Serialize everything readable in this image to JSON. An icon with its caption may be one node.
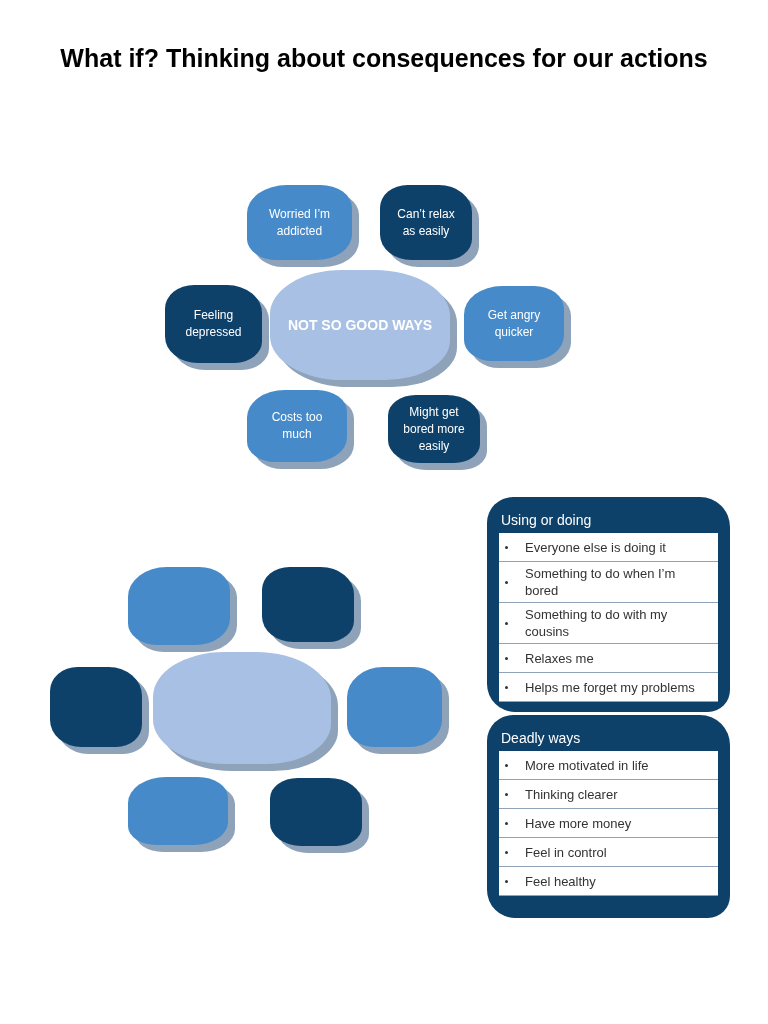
{
  "diagram": {
    "title": "What if? Thinking about consequences for our actions",
    "nodes": [
      {
        "text": [
          "Worried I’m addicted"
        ]
      },
      {
        "text": [
          "Can’t relax as easily"
        ]
      },
      {
        "text": [
          "Feeling depressed"
        ]
      },
      {
        "text": [
          "NOT SO GOOD WAYS"
        ]
      },
      {
        "text": [
          "Get angry quicker"
        ]
      },
      {
        "text": [
          "Costs too much"
        ]
      },
      {
        "text": [
          "Might get bored more easily"
        ]
      },
      {
        "text": [],
        "shape": "box"
      },
      {
        "text": [],
        "shape": "box"
      },
      {
        "text": [],
        "shape": "box"
      },
      {
        "text": [],
        "shape": "box"
      },
      {
        "text": [],
        "shape": "box"
      },
      {
        "text": [],
        "shape": "box"
      },
      {
        "text": [],
        "shape": "box"
      },
      {
        "text": [
          "Using or doing"
        ]
      },
      {
        "text": [
          "Everyone else is doing it"
        ],
        "in": 14
      },
      {
        "text": [
          "Something to do when I’m bored"
        ],
        "in": 14
      },
      {
        "text": [
          "Something to do with my cousins"
        ],
        "in": 14
      },
      {
        "text": [
          "Relaxes me"
        ],
        "in": 14
      },
      {
        "text": [
          "Helps me forget my problems"
        ],
        "in": 14
      },
      {
        "text": [
          "Deadly ways"
        ]
      },
      {
        "text": [
          "More motivated in life"
        ],
        "in": 20
      },
      {
        "text": [
          "Thinking clearer"
        ],
        "in": 20
      },
      {
        "text": [
          "Have more money"
        ],
        "in": 20
      },
      {
        "text": [
          "Feel in control"
        ],
        "in": 20
      },
      {
        "text": [
          "Feel healthy"
        ],
        "in": 20
      }
    ],
    "edges": []
  }
}
